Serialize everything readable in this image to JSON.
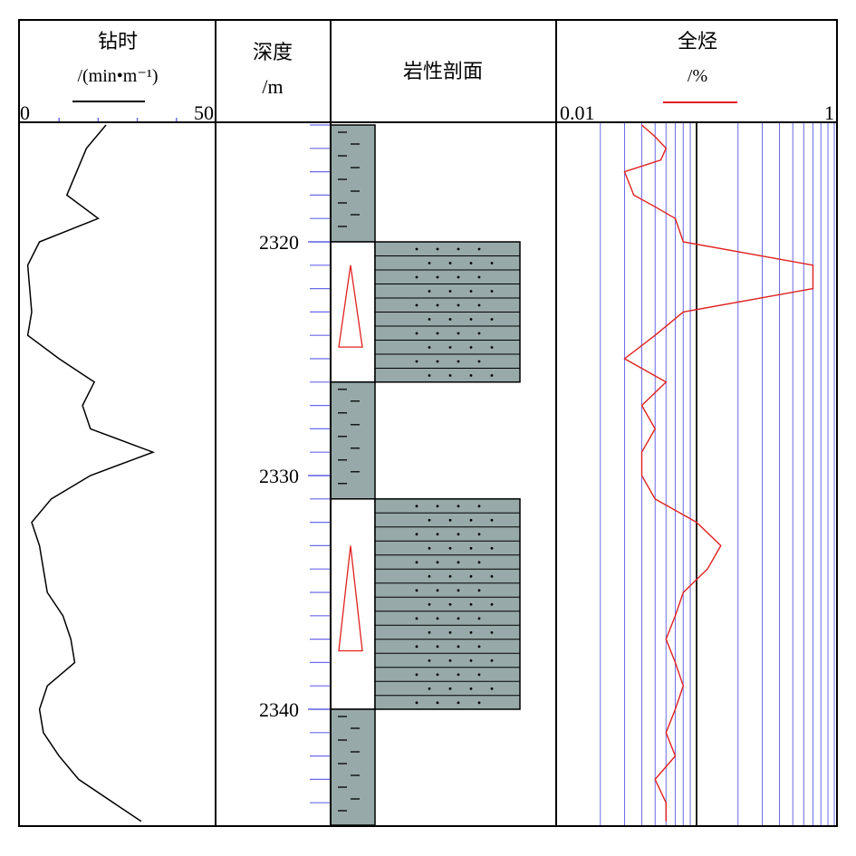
{
  "headers": {
    "drill_time": {
      "title": "钻时",
      "unit": "/(min•m⁻¹)",
      "min_label": "0",
      "max_label": "50"
    },
    "depth": {
      "title": "深度",
      "unit": "/m"
    },
    "lithology": {
      "title": "岩性剖面"
    },
    "total_hydrocarbon": {
      "title": "全烃",
      "unit": "/%",
      "min_label": "0.01",
      "max_label": "1"
    }
  },
  "colors": {
    "grid": "#000000",
    "drill_time_line": "#000000",
    "hydrocarbon_line": "#e02020",
    "log_grid": "#6a6ae8",
    "mudstone_fill": "#97a9a9",
    "sandstone_fill": "#97a9a9",
    "triangle": "#e02020"
  },
  "chart_data": {
    "type": "line",
    "depth_range": [
      2315,
      2345
    ],
    "depth_labels": [
      "2320",
      "2330",
      "2340"
    ],
    "depth_ticks": [
      2315,
      2316,
      2317,
      2318,
      2319,
      2320,
      2321,
      2322,
      2323,
      2324,
      2325,
      2326,
      2327,
      2328,
      2329,
      2330,
      2331,
      2332,
      2333,
      2334,
      2335,
      2336,
      2337,
      2338,
      2339,
      2340,
      2341,
      2342,
      2343,
      2344
    ],
    "drill_time": {
      "xlim": [
        0,
        50
      ],
      "depth": [
        2315,
        2316,
        2318,
        2319,
        2320,
        2321,
        2323,
        2324,
        2325,
        2326,
        2327,
        2328,
        2329,
        2330,
        2331,
        2332,
        2333,
        2334,
        2335,
        2336,
        2337,
        2338,
        2339,
        2340,
        2341,
        2342,
        2343,
        2344.8
      ],
      "values": [
        22,
        17,
        12,
        20,
        5,
        2,
        3,
        2,
        10,
        19,
        16,
        18,
        34,
        18,
        8,
        3,
        5,
        6,
        7,
        11,
        13,
        14,
        7,
        5,
        6,
        10,
        15,
        31
      ]
    },
    "total_hydrocarbon": {
      "xlim": [
        0.01,
        1
      ],
      "scale": "log",
      "depth": [
        2315,
        2315.5,
        2316,
        2316.5,
        2317,
        2318,
        2318.5,
        2319,
        2320,
        2321,
        2322,
        2323,
        2324,
        2325,
        2326,
        2327,
        2328,
        2329,
        2330,
        2331,
        2332,
        2333,
        2334,
        2335,
        2336,
        2337,
        2338,
        2339,
        2340,
        2341,
        2342,
        2343,
        2344,
        2344.8
      ],
      "values": [
        0.04,
        0.05,
        0.06,
        0.055,
        0.03,
        0.035,
        0.05,
        0.07,
        0.08,
        0.7,
        0.7,
        0.08,
        0.05,
        0.03,
        0.06,
        0.04,
        0.05,
        0.04,
        0.04,
        0.05,
        0.1,
        0.15,
        0.12,
        0.08,
        0.07,
        0.06,
        0.07,
        0.08,
        0.07,
        0.06,
        0.07,
        0.05,
        0.06,
        0.06
      ]
    },
    "lithology": [
      {
        "top": 2315,
        "bottom": 2320,
        "rock": "mudstone"
      },
      {
        "top": 2320,
        "bottom": 2326,
        "rock": "sandstone"
      },
      {
        "top": 2326,
        "bottom": 2331,
        "rock": "mudstone"
      },
      {
        "top": 2331,
        "bottom": 2340,
        "rock": "sandstone"
      },
      {
        "top": 2340,
        "bottom": 2345,
        "rock": "mudstone"
      }
    ],
    "triangles": [
      {
        "top": 2321,
        "bottom": 2324.5
      },
      {
        "top": 2333,
        "bottom": 2337.5
      }
    ]
  }
}
